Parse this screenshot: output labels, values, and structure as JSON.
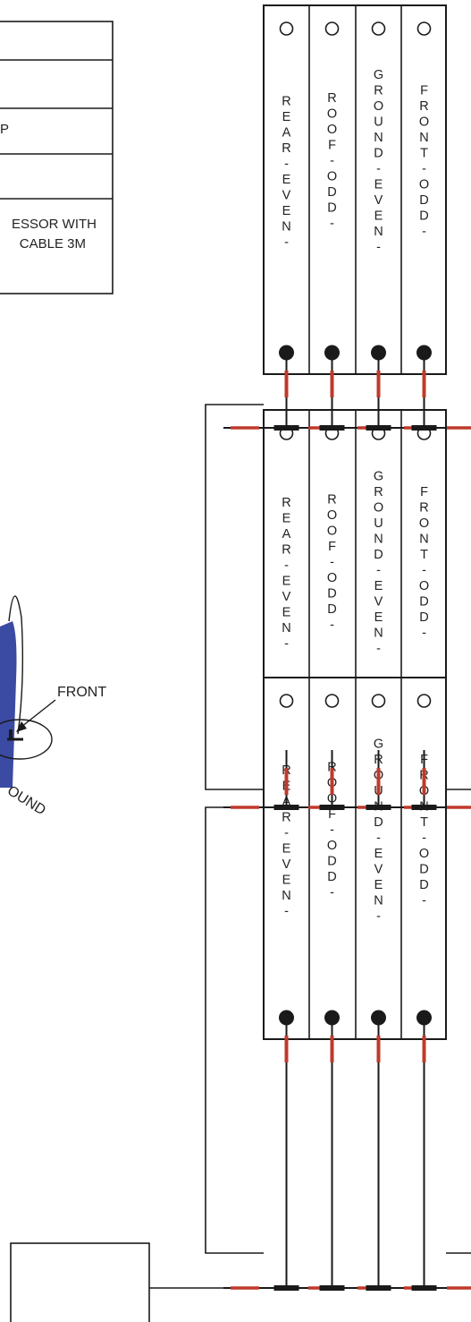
{
  "legend_table": {
    "rows": [
      "",
      "",
      "P",
      "",
      "ESSOR WITH",
      "CABLE 3M"
    ]
  },
  "sensor_figure": {
    "front_label": "FRONT",
    "ground_label": "OUND"
  },
  "rack_columns": [
    {
      "label": "REAR-EVEN-"
    },
    {
      "label": "ROOF-ODD-"
    },
    {
      "label": "GROUND-EVEN-"
    },
    {
      "label": "FRONT-ODD-"
    }
  ],
  "colors": {
    "line": "#1a1a1a",
    "connector_red": "#c0392b",
    "sensor_blue": "#3b4aa3"
  }
}
